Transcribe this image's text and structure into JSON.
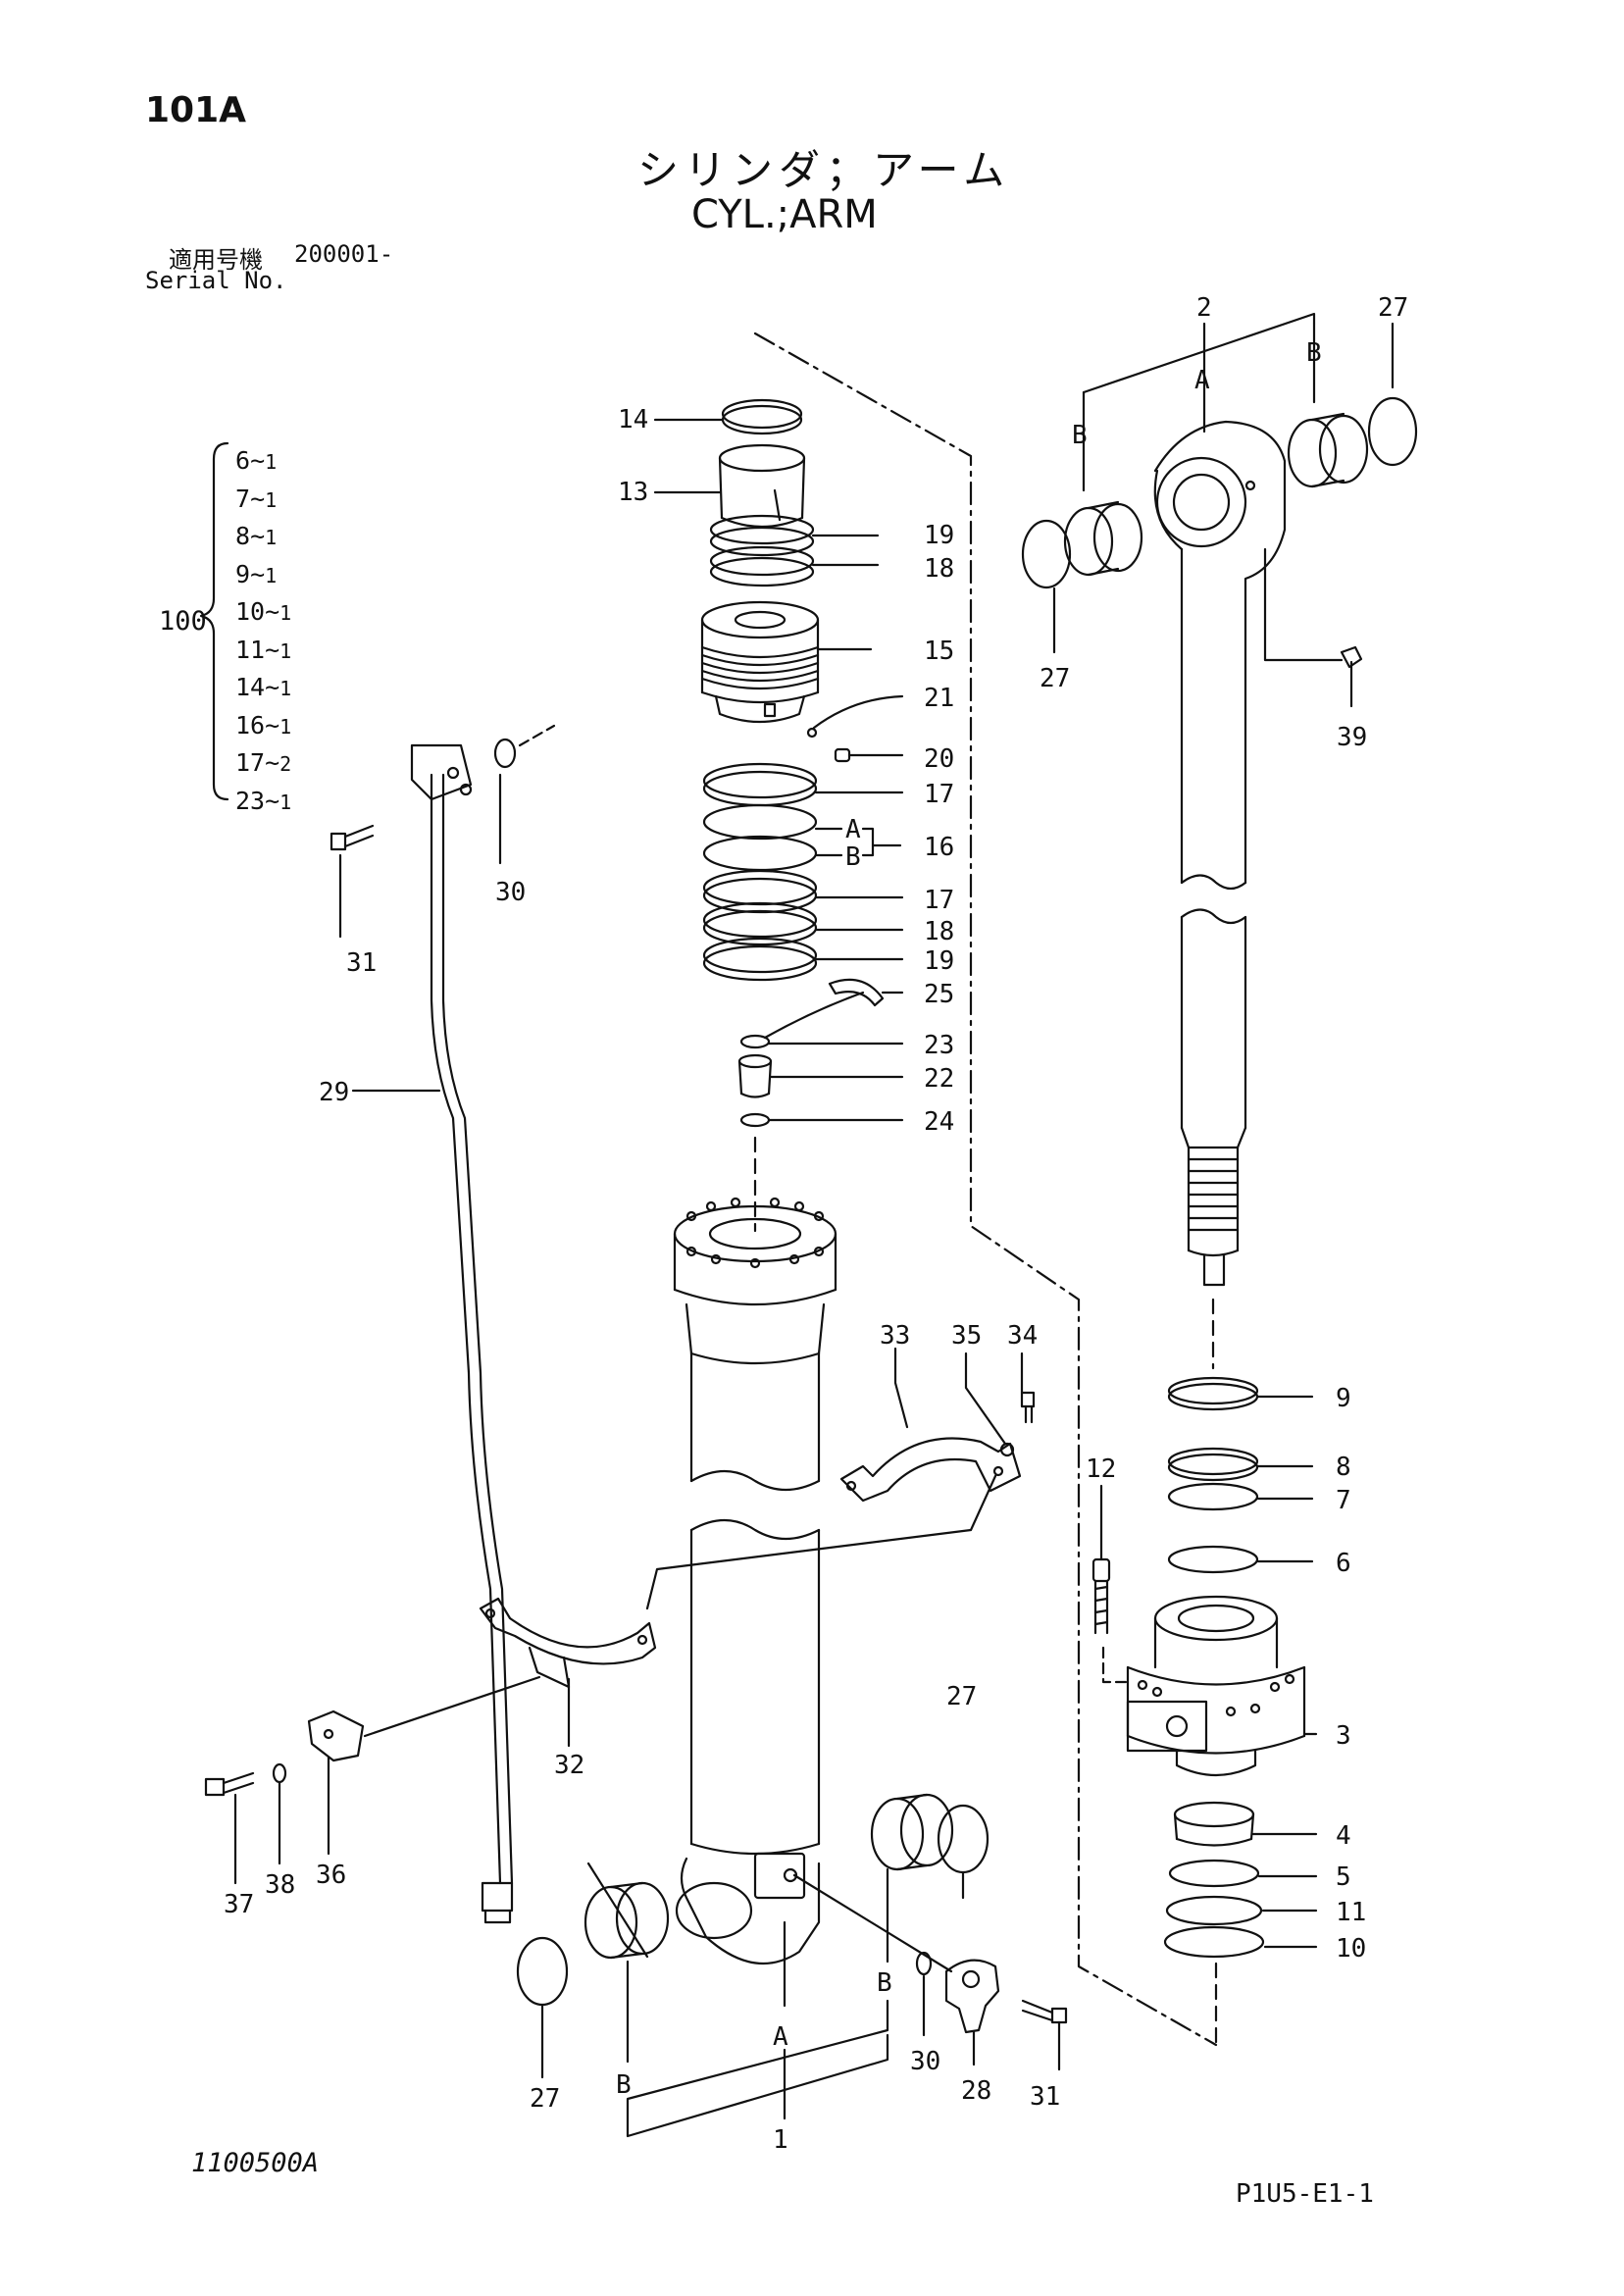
{
  "header": {
    "page_code": "101A",
    "title_jp": "シリンダ；アーム",
    "title_en": "CYL.;ARM",
    "serial_label_jp": "適用号機",
    "serial_value": "200001-",
    "serial_label_en": "Serial No."
  },
  "kit": {
    "label": "100",
    "items": [
      {
        "part": "6",
        "qty": "1"
      },
      {
        "part": "7",
        "qty": "1"
      },
      {
        "part": "8",
        "qty": "1"
      },
      {
        "part": "9",
        "qty": "1"
      },
      {
        "part": "10",
        "qty": "1"
      },
      {
        "part": "11",
        "qty": "1"
      },
      {
        "part": "14",
        "qty": "1"
      },
      {
        "part": "16",
        "qty": "1"
      },
      {
        "part": "17",
        "qty": "2"
      },
      {
        "part": "23",
        "qty": "1"
      }
    ]
  },
  "callouts": {
    "c1": "1",
    "c2": "2",
    "c3": "3",
    "c4": "4",
    "c5": "5",
    "c6": "6",
    "c7": "7",
    "c8": "8",
    "c9": "9",
    "c10": "10",
    "c11": "11",
    "c12": "12",
    "c13": "13",
    "c14": "14",
    "c15": "15",
    "c16": "16",
    "c17a": "17",
    "c17b": "17",
    "c18a": "18",
    "c18b": "18",
    "c19a": "19",
    "c19b": "19",
    "c20": "20",
    "c21": "21",
    "c22": "22",
    "c23": "23",
    "c24": "24",
    "c25": "25",
    "c27a": "27",
    "c27b": "27",
    "c27c": "27",
    "c27d": "27",
    "c28": "28",
    "c29": "29",
    "c30a": "30",
    "c30b": "30",
    "c31a": "31",
    "c31b": "31",
    "c32": "32",
    "c33": "33",
    "c34": "34",
    "c35": "35",
    "c36": "36",
    "c37": "37",
    "c38": "38",
    "c39": "39",
    "sub_a1": "A",
    "sub_b1": "B",
    "sub_a2": "A",
    "sub_b2": "B",
    "sub_b3": "B",
    "sub_a3": "A",
    "sub_b4": "B",
    "sub_b5": "B"
  },
  "footer": {
    "figure_code": "1100500A",
    "page_ref": "P1U5-E1-1"
  }
}
